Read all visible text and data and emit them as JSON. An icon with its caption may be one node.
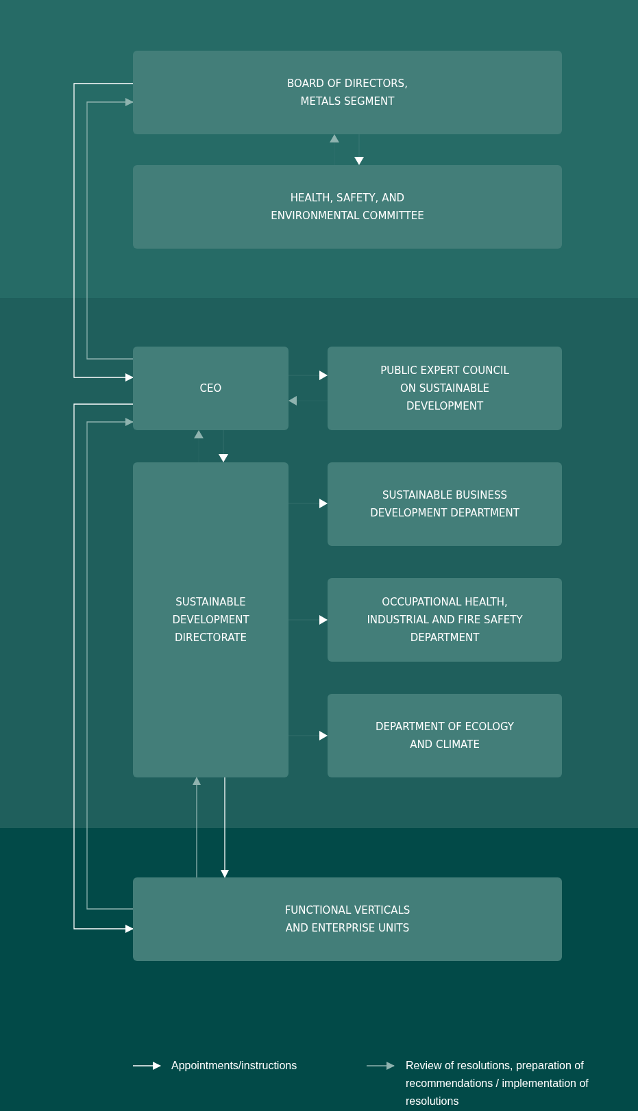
{
  "diagram": {
    "nodes": [
      {
        "text": [
          "BOARD OF DIRECTORS, METALS SEGMENT"
        ]
      },
      {
        "text": [
          "HEALTH, SAFETY, AND ENVIRONMENTAL COMMITTEE"
        ]
      },
      {
        "text": [
          "CEO"
        ]
      },
      {
        "text": [
          "PUBLIC EXPERT COUNCIL ON SUSTAINABLE DEVELOPMENT"
        ]
      },
      {
        "text": [
          "SUSTAINABLE DEVELOPMENT DIRECTORATE"
        ]
      },
      {
        "text": [
          "SUSTAINABLE BUSINESS DEVELOPMENT DEPARTMENT"
        ]
      },
      {
        "text": [
          "OCCUPATIONAL HEALTH, INDUSTRIAL AND FIRE SAFETY DEPARTMENT"
        ]
      },
      {
        "text": [
          "DEPARTMENT OF ECOLOGY AND CLIMATE"
        ]
      },
      {
        "text": [
          "FUNCTIONAL VERTICALS AND ENTERPRISE UNITS"
        ]
      }
    ],
    "edges": [
      {
        "from": 1,
        "to": 0,
        "arrow": "to",
        "color": "#8fb3af"
      },
      {
        "from": 0,
        "to": 1,
        "arrow": "to"
      },
      {
        "from": 0,
        "to": 2,
        "arrow": "to"
      },
      {
        "from": 2,
        "to": 0,
        "arrow": "to",
        "color": "#8fb3af"
      },
      {
        "from": 2,
        "to": 8,
        "arrow": "to"
      },
      {
        "from": 8,
        "to": 2,
        "arrow": "to",
        "color": "#8fb3af"
      },
      {
        "from": 2,
        "to": 3,
        "arrow": "to"
      },
      {
        "from": 3,
        "to": 2,
        "arrow": "to",
        "color": "#8fb3af"
      },
      {
        "from": 4,
        "to": 2,
        "arrow": "to",
        "color": "#8fb3af"
      },
      {
        "from": 2,
        "to": 4,
        "arrow": "to"
      },
      {
        "from": 4,
        "to": 5,
        "arrow": "to"
      },
      {
        "from": 4,
        "to": 6,
        "arrow": "to"
      },
      {
        "from": 4,
        "to": 7,
        "arrow": "to"
      },
      {
        "from": 8,
        "to": 4,
        "arrow": "to",
        "color": "#8fb3af"
      },
      {
        "from": 4,
        "to": 8,
        "arrow": "to"
      }
    ],
    "legend": [
      {
        "text": "Appointments/instructions"
      },
      {
        "text": "Review of resolutions, preparation of recommendations / implementation of resolutions"
      }
    ]
  }
}
